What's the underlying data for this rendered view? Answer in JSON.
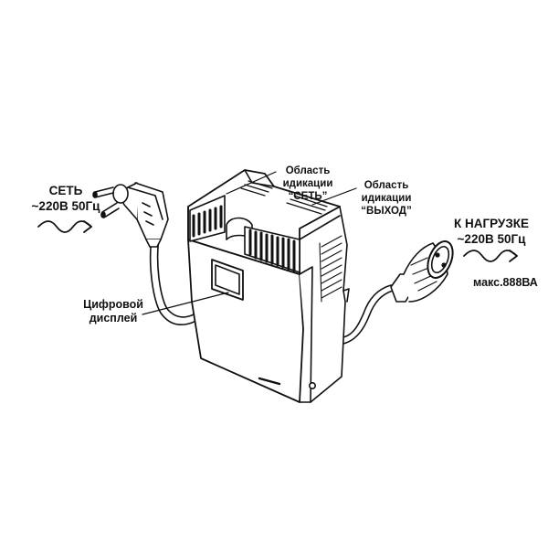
{
  "labels": {
    "input_line1": "СЕТЬ",
    "input_line2": "~220В 50Гц",
    "output_line1": "К НАГРУЗКЕ",
    "output_line2": "~220В 50Гц",
    "output_power": "макс.888ВА",
    "display_line1": "Цифровой",
    "display_line2": "дисплей",
    "net_area_line1": "Область",
    "net_area_line2": "идикации",
    "net_area_line3": "“СЕТЬ”",
    "out_area_line1": "Область",
    "out_area_line2": "идикации",
    "out_area_line3": "“ВЫХОД”"
  },
  "colors": {
    "ink": "#111111",
    "body": "#ffffff"
  }
}
